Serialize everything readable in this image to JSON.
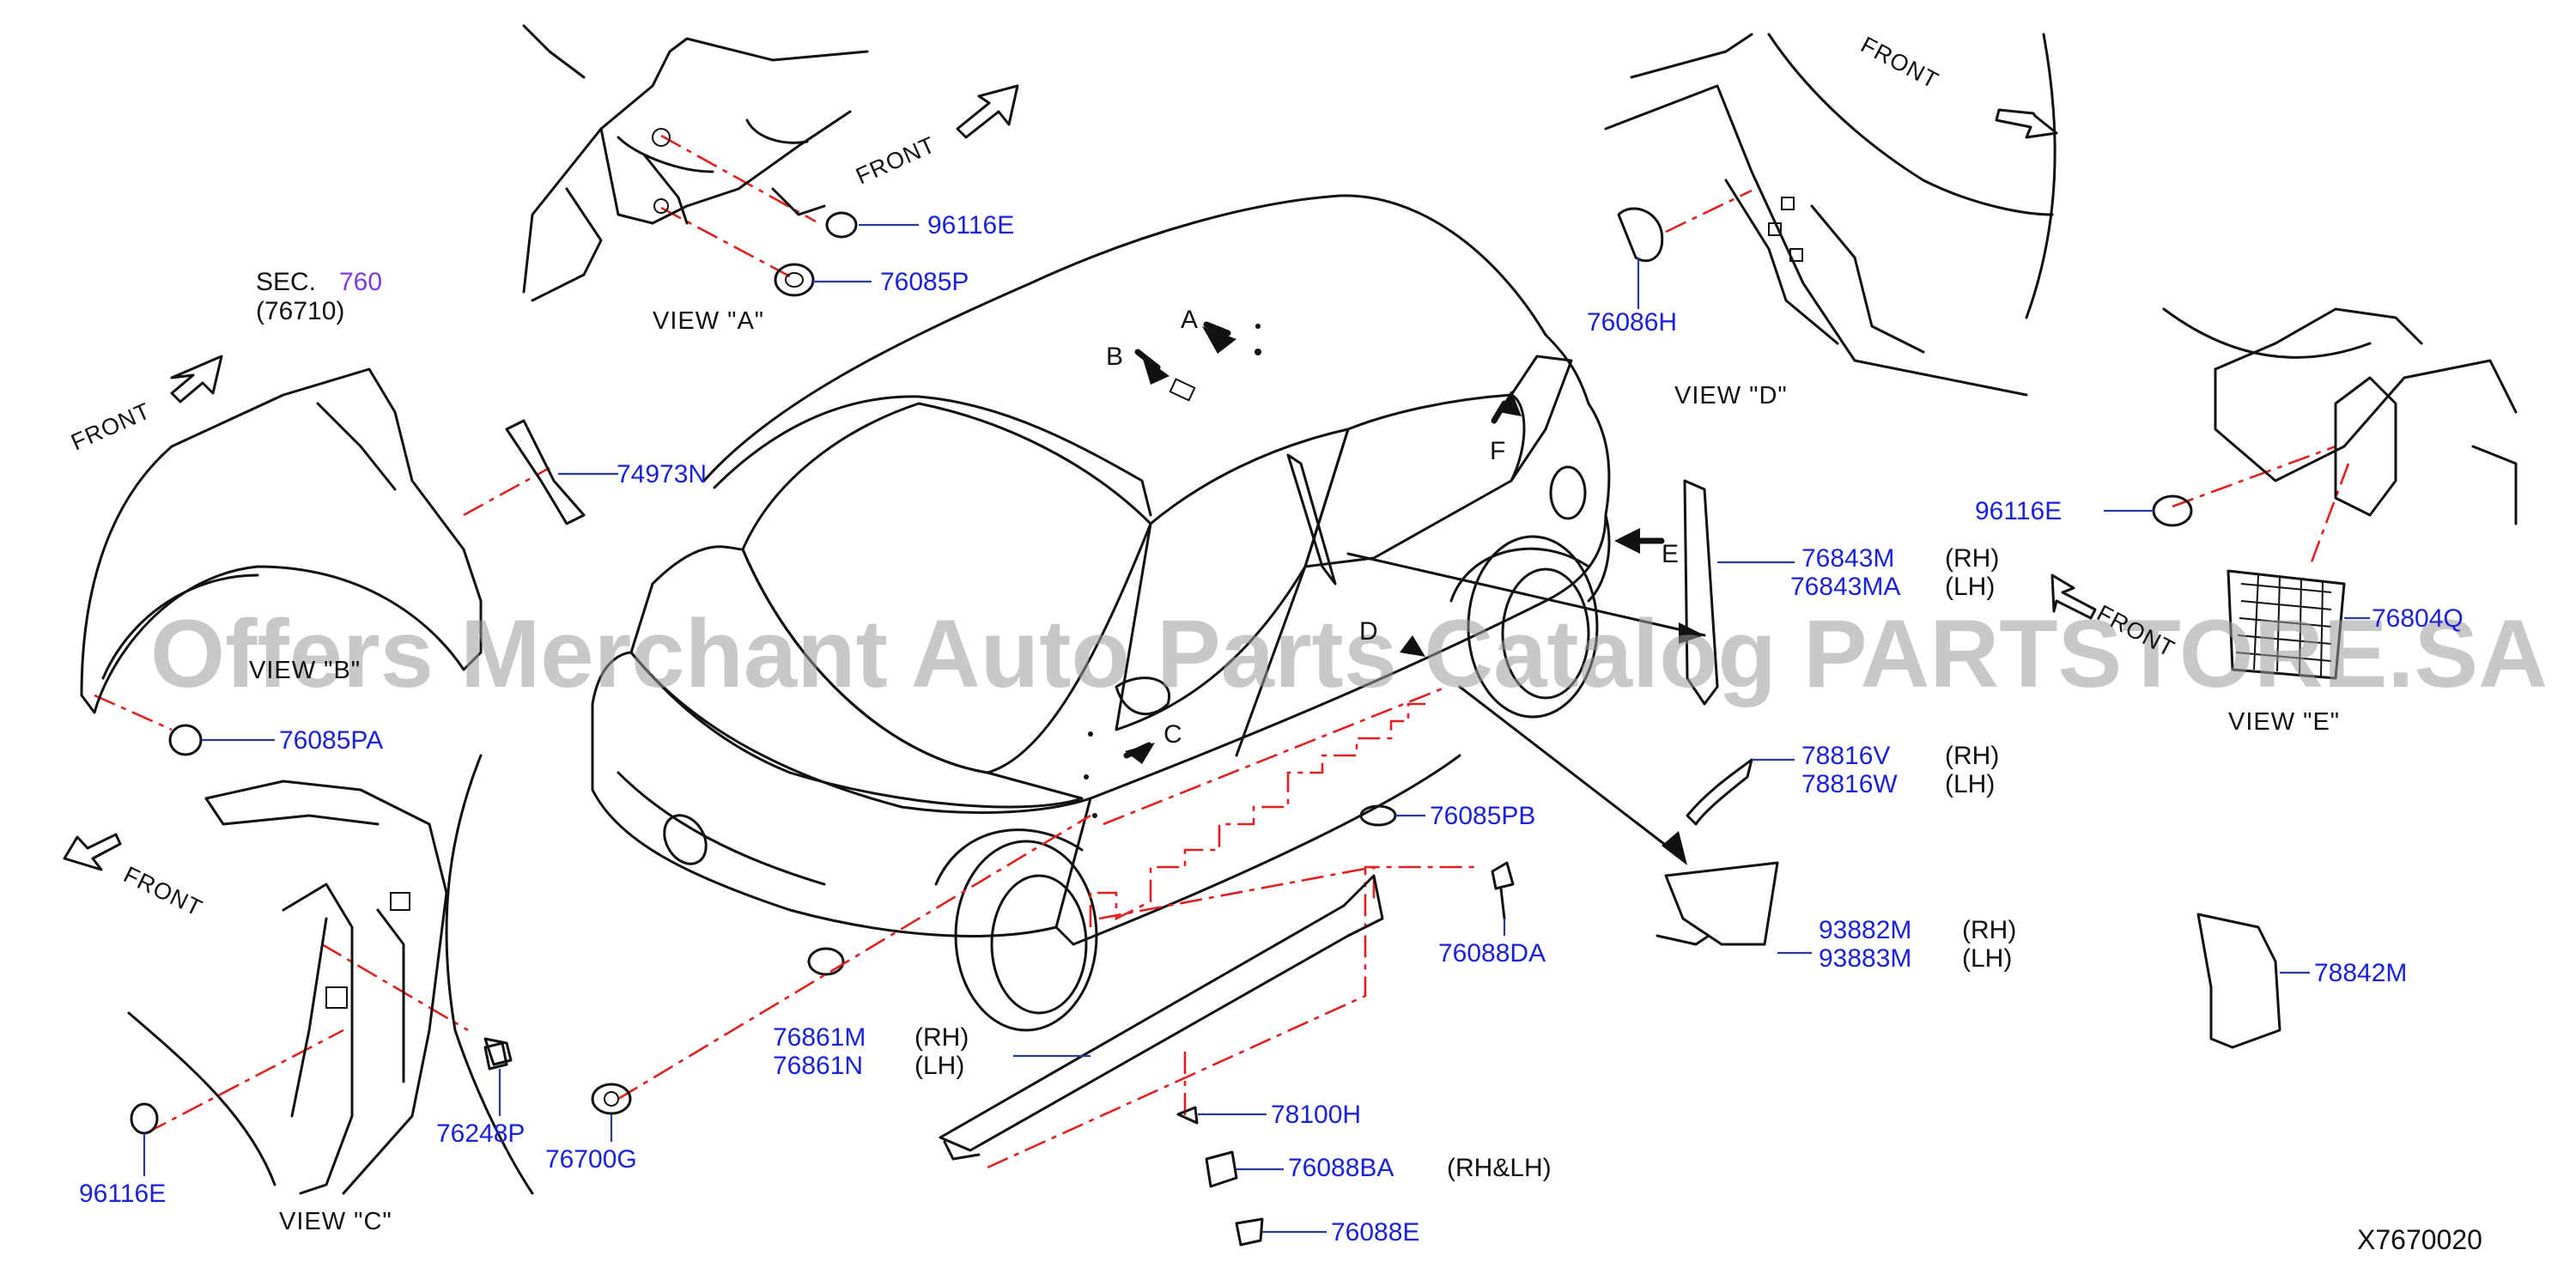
{
  "diagram": {
    "watermark": "Offers Merchant Auto Parts Catalog PARTSTORE.SA",
    "figure_code": "X7670020",
    "section": {
      "prefix": "SEC.",
      "number": "760",
      "sub": "(76710)"
    },
    "front_label": "FRONT",
    "view_labels": {
      "a": "VIEW  \"A\"",
      "b": "VIEW  \"B\"",
      "c": "VIEW  \"C\"",
      "d": "VIEW  \"D\"",
      "e": "VIEW  \"E\""
    },
    "callout_letters": {
      "a": "A",
      "b": "B",
      "c": "C",
      "d": "D",
      "e": "E",
      "f": "F"
    },
    "side_labels": {
      "rh": "(RH)",
      "lh": "(LH)",
      "rh_lh": "(RH&LH)"
    },
    "parts": {
      "p96116e_a": "96116E",
      "p76085p": "76085P",
      "p74973n": "74973N",
      "p76085pa": "76085PA",
      "p76086h": "76086H",
      "p96116e_e": "96116E",
      "p76843m": "76843M",
      "p76843ma": "76843MA",
      "p76804q": "76804Q",
      "p78816v": "78816V",
      "p78816w": "78816W",
      "p76085pb": "76085PB",
      "p76088da": "76088DA",
      "p93882m": "93882M",
      "p93883m": "93883M",
      "p78842m": "78842M",
      "p76861m": "76861M",
      "p76861n": "76861N",
      "p78100h": "78100H",
      "p76088ba": "76088BA",
      "p76088e": "76088E",
      "p76248p": "76248P",
      "p96116e_c": "96116E",
      "p76700g": "76700G"
    }
  }
}
